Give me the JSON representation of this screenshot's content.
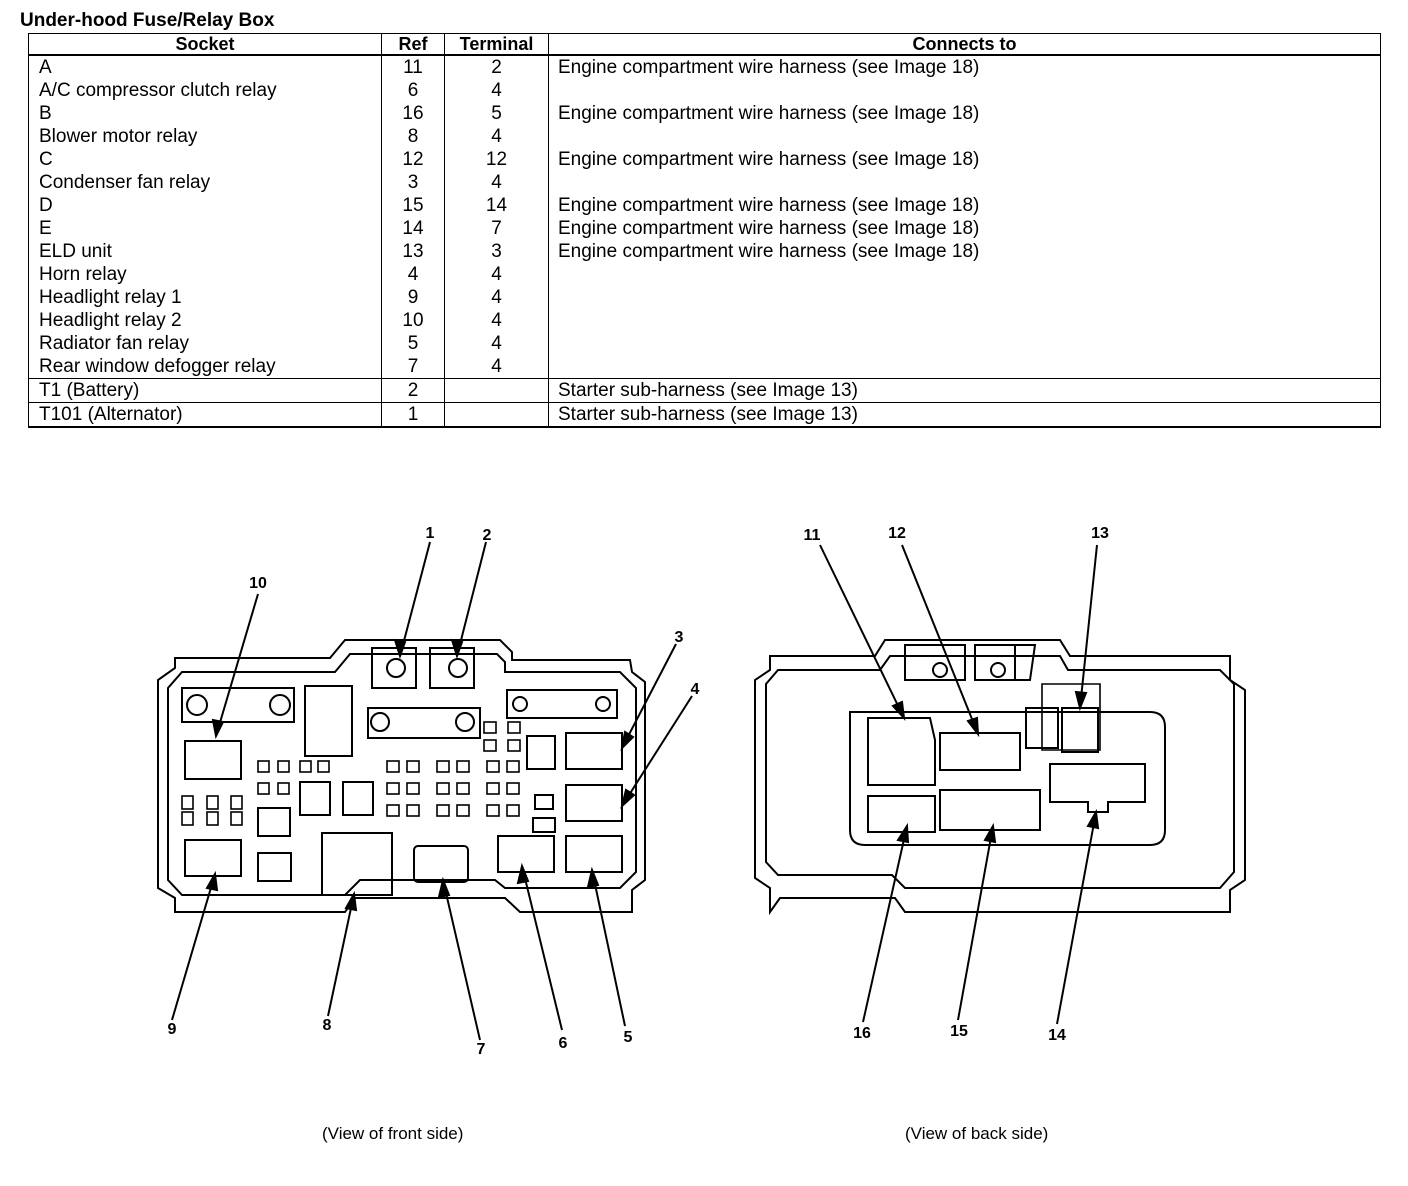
{
  "title": "Under-hood Fuse/Relay Box",
  "table": {
    "headers": [
      "Socket",
      "Ref",
      "Terminal",
      "Connects to"
    ],
    "rows": [
      {
        "socket": "A",
        "ref": "11",
        "terminal": "2",
        "connects": "Engine compartment wire harness (see Image 18)"
      },
      {
        "socket": "A/C compressor clutch relay",
        "ref": "6",
        "terminal": "4",
        "connects": ""
      },
      {
        "socket": "B",
        "ref": "16",
        "terminal": "5",
        "connects": "Engine compartment wire harness (see Image 18)"
      },
      {
        "socket": "Blower motor relay",
        "ref": "8",
        "terminal": "4",
        "connects": ""
      },
      {
        "socket": "C",
        "ref": "12",
        "terminal": "12",
        "connects": "Engine compartment wire harness (see Image 18)"
      },
      {
        "socket": "Condenser fan relay",
        "ref": "3",
        "terminal": "4",
        "connects": ""
      },
      {
        "socket": "D",
        "ref": "15",
        "terminal": "14",
        "connects": "Engine compartment wire harness (see Image 18)"
      },
      {
        "socket": "E",
        "ref": "14",
        "terminal": "7",
        "connects": "Engine compartment wire harness (see Image 18)"
      },
      {
        "socket": "ELD unit",
        "ref": "13",
        "terminal": "3",
        "connects": "Engine compartment wire harness (see Image 18)"
      },
      {
        "socket": "Horn relay",
        "ref": "4",
        "terminal": "4",
        "connects": ""
      },
      {
        "socket": "Headlight relay 1",
        "ref": "9",
        "terminal": "4",
        "connects": ""
      },
      {
        "socket": "Headlight relay 2",
        "ref": "10",
        "terminal": "4",
        "connects": ""
      },
      {
        "socket": "Radiator fan relay",
        "ref": "5",
        "terminal": "4",
        "connects": ""
      },
      {
        "socket": "Rear window defogger relay",
        "ref": "7",
        "terminal": "4",
        "connects": ""
      },
      {
        "socket": "T1 (Battery)",
        "ref": "2",
        "terminal": "",
        "connects": "Starter sub-harness (see Image 13)"
      },
      {
        "socket": "T101 (Alternator)",
        "ref": "1",
        "terminal": "",
        "connects": "Starter sub-harness (see Image 13)"
      }
    ]
  },
  "front_view": {
    "caption": "(View of front side)",
    "callouts": [
      "1",
      "2",
      "3",
      "4",
      "5",
      "6",
      "7",
      "8",
      "9",
      "10"
    ]
  },
  "back_view": {
    "caption": "(View of back side)",
    "callouts": [
      "11",
      "12",
      "13",
      "14",
      "15",
      "16"
    ]
  }
}
